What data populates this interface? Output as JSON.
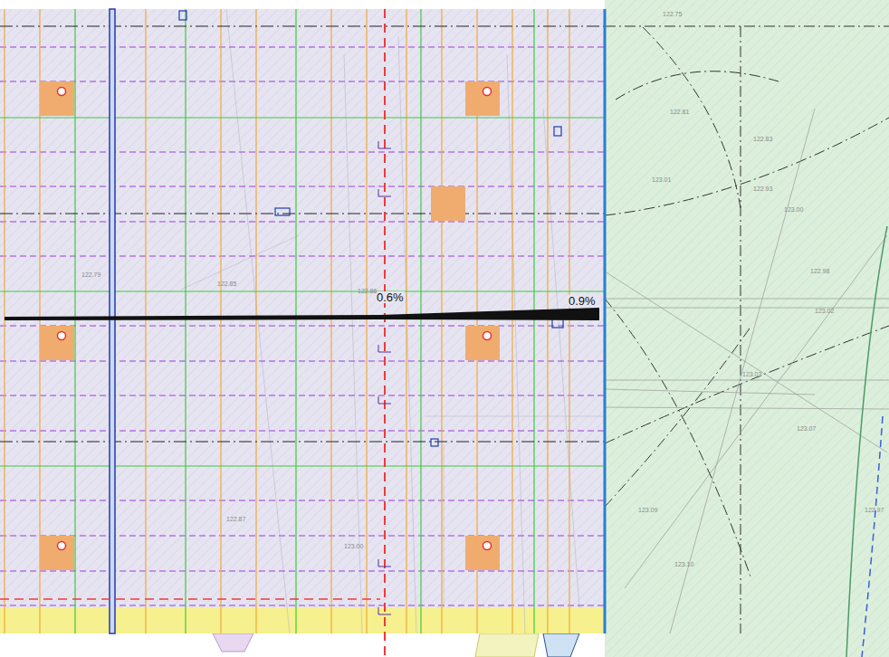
{
  "diagram": {
    "labels": [
      "0.6%",
      "0.9%",
      "122.75",
      "122.81",
      "122.83",
      "123.01",
      "122.93",
      "123.00",
      "122.98",
      "123.02",
      "123.03",
      "123.07",
      "123.09",
      "123.10",
      "122.97",
      "122.79",
      "122.85",
      "122.86",
      "123.00",
      "122.87"
    ]
  }
}
